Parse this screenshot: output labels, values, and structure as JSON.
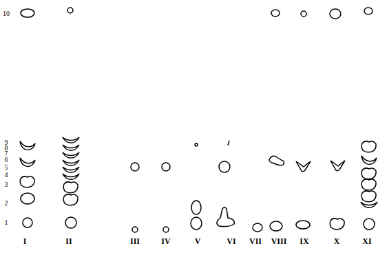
{
  "diagram": {
    "labels": [
      "10",
      "9",
      "8",
      "7",
      "6",
      "5",
      "4",
      "3",
      "2",
      "1",
      "I",
      "II",
      "III",
      "IV",
      "V",
      "VI",
      "VII",
      "VIII",
      "IX",
      "X",
      "XI"
    ]
  }
}
